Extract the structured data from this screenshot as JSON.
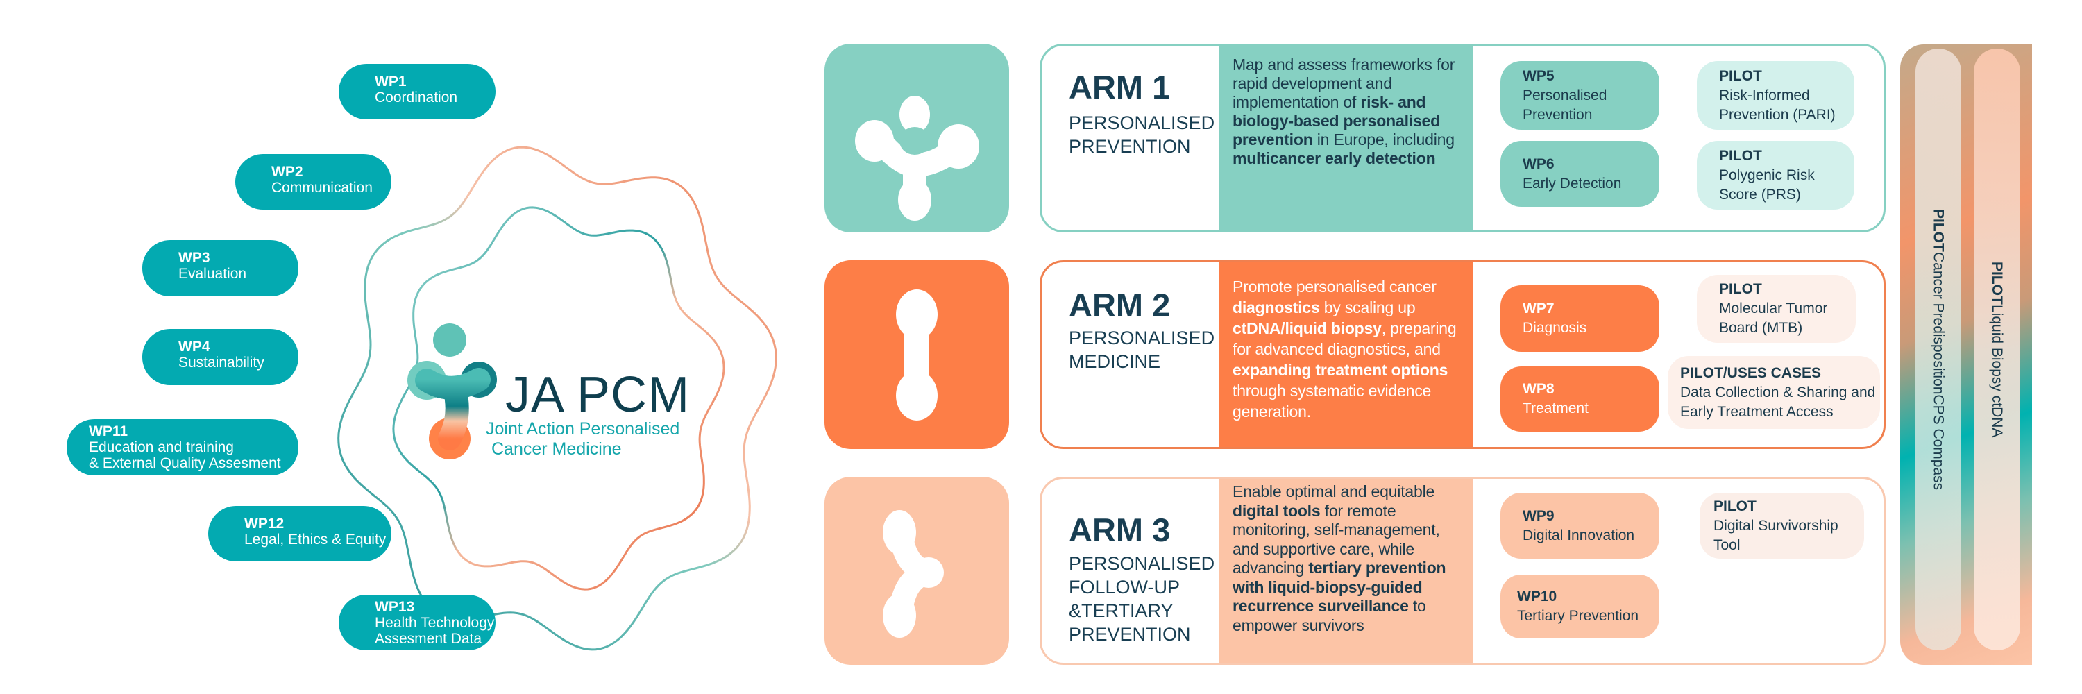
{
  "left_work_packages": [
    {
      "id": "WP1",
      "label": "Coordination"
    },
    {
      "id": "WP2",
      "label": "Communication"
    },
    {
      "id": "WP3",
      "label": "Evaluation"
    },
    {
      "id": "WP4",
      "label": "Sustainability"
    },
    {
      "id": "WP11",
      "label": "Education and training",
      "label2": "& External Quality Assesment"
    },
    {
      "id": "WP12",
      "label": "Legal, Ethics & Equity"
    },
    {
      "id": "WP13",
      "label": "Health Technology",
      "label2": "Assesment Data"
    }
  ],
  "logo": {
    "title": "JA PCM",
    "subtitle1": "Joint Action Personalised",
    "subtitle2": "Cancer Medicine"
  },
  "colors": {
    "teal": "#03aab1",
    "arm1": "#86d0c2",
    "arm2": "#fd7e47",
    "arm3": "#fcc4a6",
    "dark": "#1b3b4c"
  },
  "arms": [
    {
      "title": "ARM 1",
      "subtitle": [
        "PERSONALISED",
        "PREVENTION"
      ],
      "description": [
        {
          "t": "Map and assess frameworks for rapid development and implementation of "
        },
        {
          "t": "risk- and biology-based personalised prevention",
          "b": true
        },
        {
          "t": " in Europe, including "
        },
        {
          "t": "multicancer early detection",
          "b": true
        }
      ],
      "items": [
        {
          "title": "WP5",
          "label": "Personalised Prevention"
        },
        {
          "title": "WP6",
          "label": "Early Detection"
        },
        {
          "title": "PILOT",
          "label": "Risk-Informed Prevention (PARI)"
        },
        {
          "title": "PILOT",
          "label": "Polygenic Risk Score (PRS)"
        }
      ]
    },
    {
      "title": "ARM 2",
      "subtitle": [
        "PERSONALISED",
        "MEDICINE"
      ],
      "description": [
        {
          "t": "Promote personalised cancer "
        },
        {
          "t": "diagnostics",
          "b": true
        },
        {
          "t": " by scaling up "
        },
        {
          "t": "ctDNA/liquid biopsy",
          "b": true
        },
        {
          "t": ", preparing for advanced diagnostics, and "
        },
        {
          "t": "expanding treatment options",
          "b": true
        },
        {
          "t": " through systematic evidence generation."
        }
      ],
      "items": [
        {
          "title": "WP7",
          "label": "Diagnosis"
        },
        {
          "title": "WP8",
          "label": "Treatment"
        },
        {
          "title": "PILOT",
          "label": "Molecular Tumor Board (MTB)"
        },
        {
          "title": "PILOT/USES CASES",
          "label": "Data Collection & Sharing and Early Treatment Access"
        }
      ]
    },
    {
      "title": "ARM 3",
      "subtitle": [
        "PERSONALISED",
        "FOLLOW-UP",
        "&TERTIARY",
        "PREVENTION"
      ],
      "description": [
        {
          "t": "Enable optimal and equitable "
        },
        {
          "t": "digital tools",
          "b": true
        },
        {
          "t": " for remote monitoring, self-management, and supportive care, while advancing "
        },
        {
          "t": "tertiary prevention with liquid-biopsy-guided recurrence surveillance",
          "b": true
        },
        {
          "t": " to empower survivors"
        }
      ],
      "items": [
        {
          "title": "WP9",
          "label": "Digital Innovation"
        },
        {
          "title": "WP10",
          "label": "Tertiary Prevention"
        },
        {
          "title": "PILOT",
          "label": "Digital Survivorship Tool"
        }
      ]
    }
  ],
  "vertical_pilots": [
    {
      "title": "PILOT",
      "label": "Cancer PredispositionCPS Compass"
    },
    {
      "title": "PILOT",
      "label": "Liquid Biopsy ctDNA"
    }
  ]
}
